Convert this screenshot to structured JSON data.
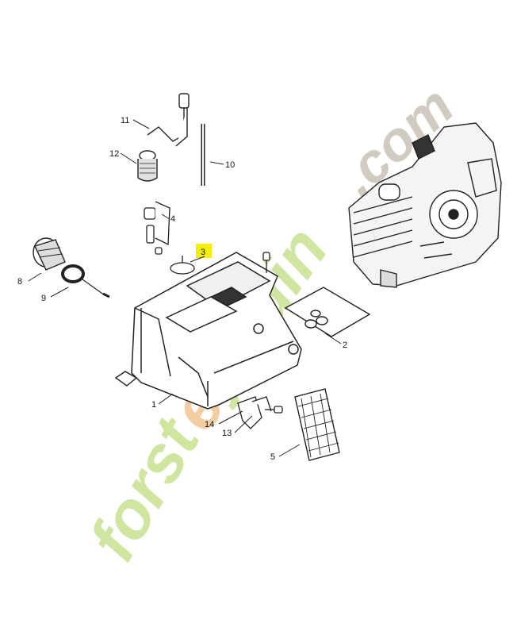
{
  "diagram": {
    "highlight_color": "#f5ef00",
    "highlighted_part": "3",
    "parts": [
      {
        "id": "p1",
        "label": "1"
      },
      {
        "id": "p2",
        "label": "2"
      },
      {
        "id": "p3",
        "label": "3"
      },
      {
        "id": "p4",
        "label": "4"
      },
      {
        "id": "p5",
        "label": "5"
      },
      {
        "id": "p8",
        "label": "8"
      },
      {
        "id": "p9",
        "label": "9"
      },
      {
        "id": "p10",
        "label": "10"
      },
      {
        "id": "p11",
        "label": "11"
      },
      {
        "id": "p12",
        "label": "12"
      },
      {
        "id": "p13",
        "label": "13"
      },
      {
        "id": "p14",
        "label": "14"
      }
    ]
  },
  "watermark": {
    "green_text": "forst",
    "orange_text": "e",
    "green_text_2": "jardin",
    "suffix": ".com",
    "colors": {
      "green": "#c8e28f",
      "orange": "#f3c592",
      "gray": "#c9c1b6"
    }
  }
}
